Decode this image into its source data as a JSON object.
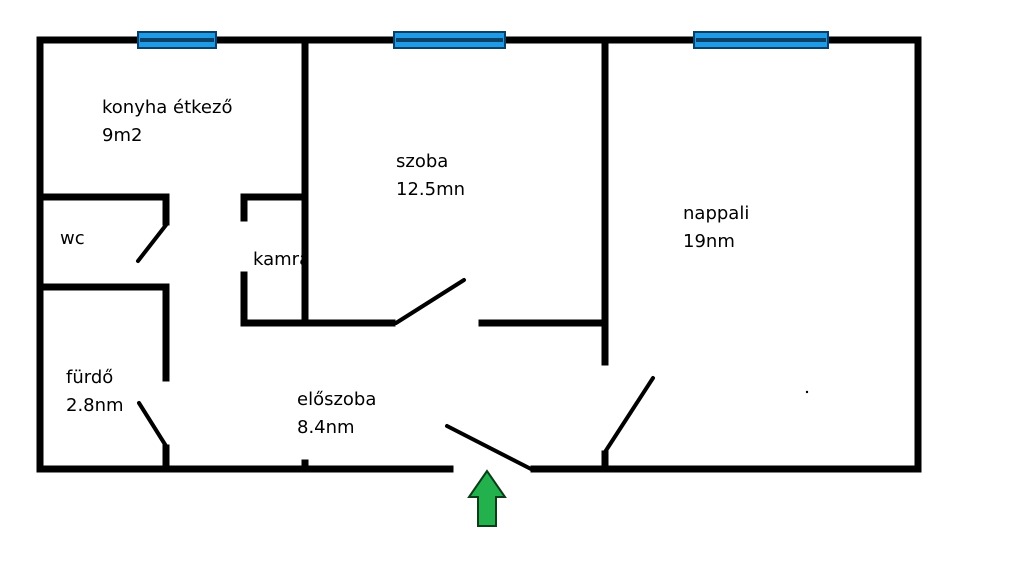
{
  "rooms": {
    "konyha": {
      "name": "konyha étkező",
      "area": "9m2"
    },
    "szoba": {
      "name": "szoba",
      "area": "12.5mn"
    },
    "nappali": {
      "name": "nappali",
      "area": "19nm"
    },
    "wc": {
      "name": "wc"
    },
    "kamra": {
      "name": "kamra"
    },
    "furdo": {
      "name": "fürdő",
      "area": "2.8nm"
    },
    "eloszoba": {
      "name": "előszoba",
      "area": "8.4nm"
    }
  },
  "colors": {
    "wall": "#000000",
    "window_fill": "#1e9be6",
    "window_border": "#0a3f66",
    "entrance_arrow": "#22b14c",
    "entrance_arrow_border": "#0b3d18"
  },
  "icons": {
    "entrance": "up-arrow-icon"
  }
}
